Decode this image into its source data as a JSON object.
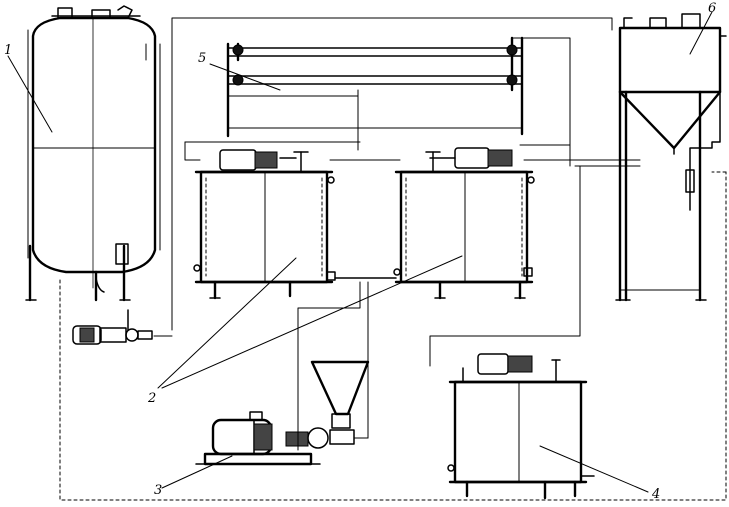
{
  "labels": {
    "tank_storage": "1",
    "mixing_tanks": "2",
    "pump_with_hopper": "3",
    "receiving_tank": "4",
    "heat_exchanger": "5",
    "hopper_tank": "6"
  }
}
